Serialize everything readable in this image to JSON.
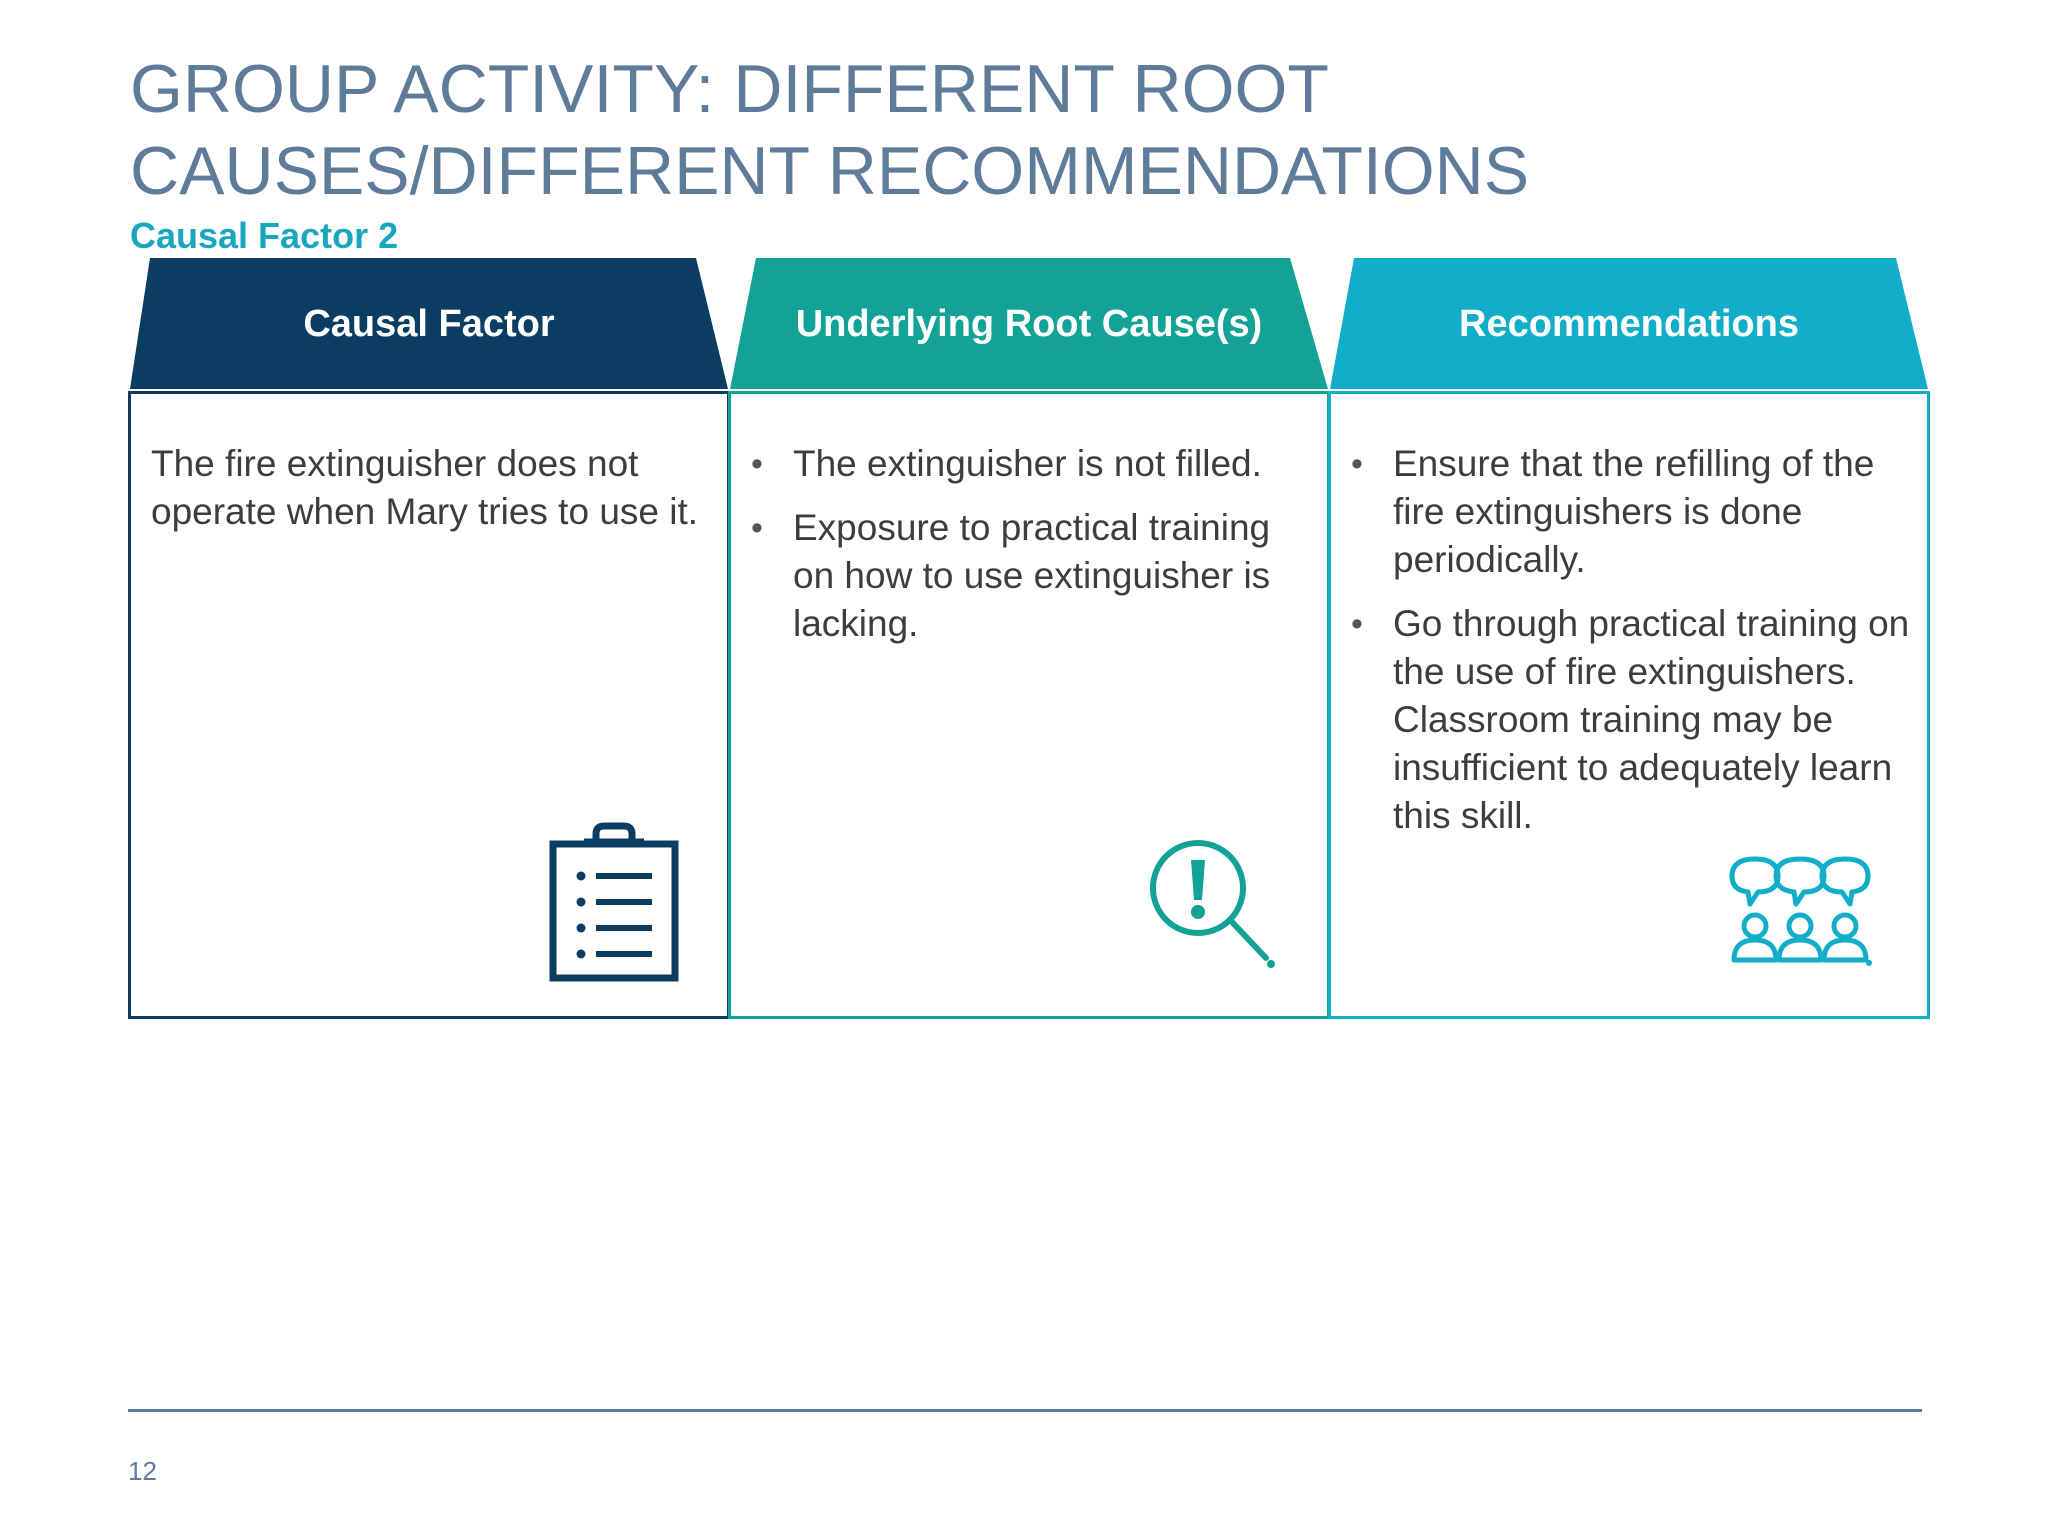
{
  "slide": {
    "title_line_1": "GROUP ACTIVITY: DIFFERENT ROOT",
    "title_line_2": "CAUSES/DIFFERENT RECOMMENDATIONS",
    "subtitle": "Causal Factor 2",
    "page_number": "12"
  },
  "columns": [
    {
      "header": "Causal Factor",
      "color": "#0b3d62",
      "text": "The fire extinguisher does not operate when Mary tries to use it.",
      "icon": "clipboard-checklist-icon"
    },
    {
      "header": "Underlying Root Cause(s)",
      "color": "#12a396",
      "bullets": [
        "The extinguisher is not filled.",
        "Exposure to practical training on how to use extinguisher is lacking."
      ],
      "icon": "magnifier-exclamation-icon"
    },
    {
      "header": "Recommendations",
      "color": "#12aec9",
      "bullets": [
        "Ensure that the refilling of the fire extinguishers is done periodically.",
        "Go through practical training on the use of fire extinguishers. Classroom training may be insufficient to adequately learn this skill."
      ],
      "icon": "group-discussion-icon"
    }
  ],
  "bullet_glyph": "•",
  "colors": {
    "title": "#5f7b9a",
    "subtitle": "#1aa6be",
    "body_text": "#3d3d3d",
    "footer_rule": "#5f7b9a"
  }
}
